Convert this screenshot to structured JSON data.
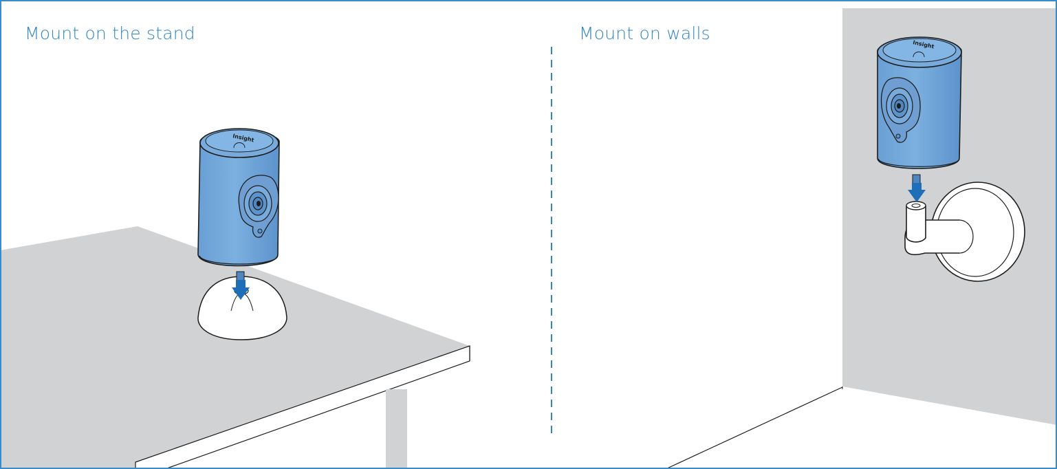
{
  "panels": {
    "stand": {
      "title": "Mount on the stand"
    },
    "walls": {
      "title": "Mount on walls"
    }
  },
  "camera": {
    "brand_mark": "Insight"
  },
  "colors": {
    "border": "#3a8cc9",
    "title": "#2f86c3",
    "divider": "#2f86c3",
    "camera_body": "#78aadb",
    "camera_dark": "#4f86bf",
    "outline": "#1c1c1c",
    "arrow": "#1f6fb8",
    "surface": "#d1d2d4",
    "mount": "#ffffff"
  },
  "icons": [
    "camera-icon",
    "arrow-down-icon",
    "stand-base-icon",
    "wall-mount-icon"
  ]
}
